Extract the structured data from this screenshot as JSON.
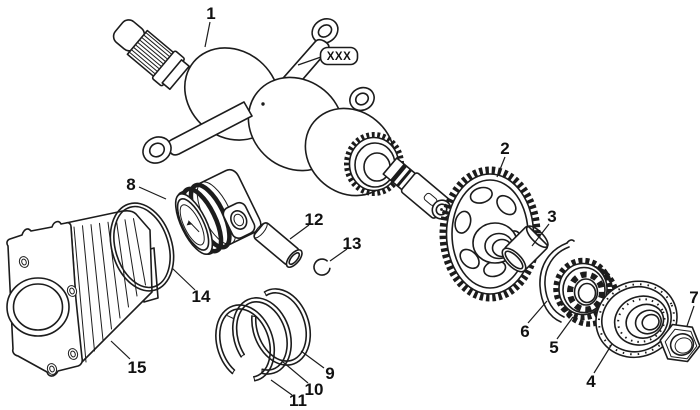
{
  "colors": {
    "background": "#ffffff",
    "line": "#1c1c1c"
  },
  "badge": {
    "text": "XXX"
  },
  "callouts": {
    "c1": {
      "text": "1"
    },
    "c2": {
      "text": "2"
    },
    "c3": {
      "text": "3"
    },
    "c4": {
      "text": "4"
    },
    "c5": {
      "text": "5"
    },
    "c6": {
      "text": "6"
    },
    "c7": {
      "text": "7"
    },
    "c8": {
      "text": "8"
    },
    "c9": {
      "text": "9"
    },
    "c10": {
      "text": "10"
    },
    "c11": {
      "text": "11"
    },
    "c12": {
      "text": "12"
    },
    "c13": {
      "text": "13"
    },
    "c14": {
      "text": "14"
    },
    "c15": {
      "text": "15"
    }
  }
}
